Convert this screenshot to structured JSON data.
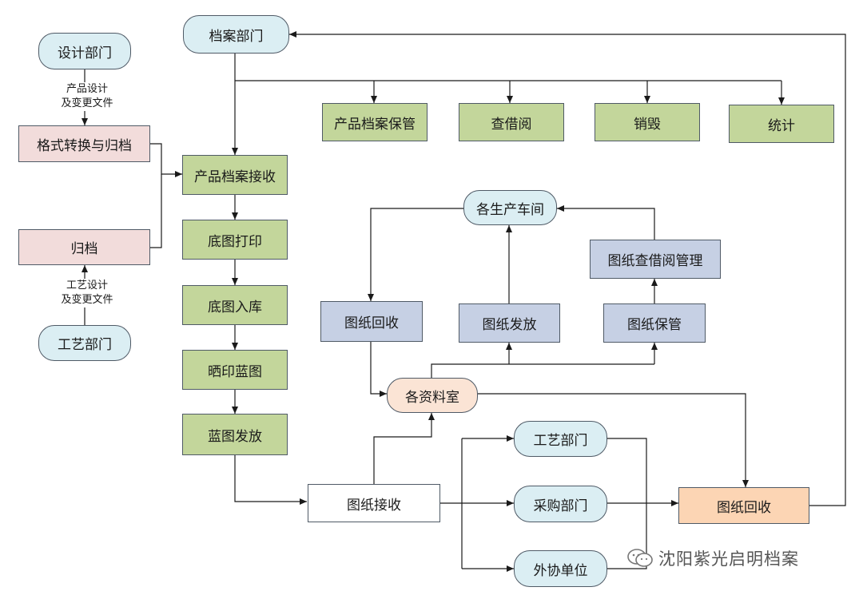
{
  "colors": {
    "pill_blue": "#dbeef3",
    "green": "#c3d69b",
    "pink": "#f2dcdb",
    "lavender": "#c6d0e4",
    "peach": "#fbe4d5",
    "orange": "#fcd5b4",
    "white": "#ffffff",
    "line": "#1a1a1a"
  },
  "nodes": {
    "design_dept": "设计部门",
    "process_dept_left": "工艺部门",
    "format_archive": "格式转换与归档",
    "archive": "归档",
    "archive_dept": "档案部门",
    "product_archive_receive": "产品档案接收",
    "base_print": "底图打印",
    "base_store": "底图入库",
    "blueprint_print": "晒印蓝图",
    "blueprint_issue": "蓝图发放",
    "product_archive_keep": "产品档案保管",
    "lookup": "查借阅",
    "destroy": "销毁",
    "stats": "统计",
    "workshops": "各生产车间",
    "drawing_lend_mgmt": "图纸查借阅管理",
    "drawing_recall_mid": "图纸回收",
    "drawing_issue": "图纸发放",
    "drawing_keep": "图纸保管",
    "data_rooms": "各资料室",
    "drawing_receive": "图纸接收",
    "process_dept_right": "工艺部门",
    "purchase_dept": "采购部门",
    "outsource_unit": "外协单位",
    "drawing_recall_right": "图纸回收"
  },
  "labels": {
    "design_docs": "产品设计\n及变更文件",
    "process_docs": "工艺设计\n及变更文件"
  },
  "watermark": "沈阳紫光启明档案"
}
